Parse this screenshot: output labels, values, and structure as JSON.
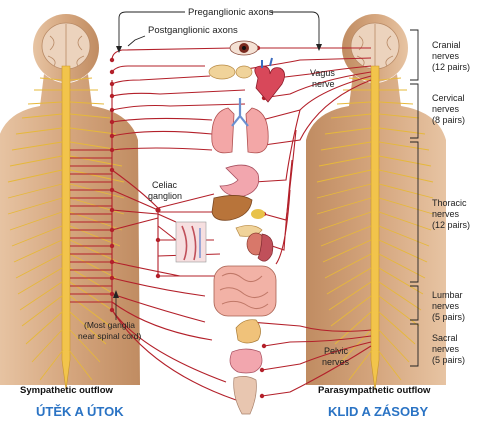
{
  "labels": {
    "preganglionic": "Preganglionic axons",
    "postganglionic": "Postganglionic axons",
    "vagus_line1": "Vagus",
    "vagus_line2": "nerve",
    "celiac_line1": "Celiac",
    "celiac_line2": "ganglion",
    "most_ganglia_line1": "(Most ganglia",
    "most_ganglia_line2": "near spinal cord)",
    "pelvic_line1": "Pelvic",
    "pelvic_line2": "nerves",
    "sympathetic_outflow": "Sympathetic outflow",
    "parasympathetic_outflow": "Parasympathetic outflow",
    "fight_flight": "ÚTĚK A ÚTOK",
    "rest_digest": "KLID A ZÁSOBY"
  },
  "nerve_groups": [
    {
      "line1": "Cranial",
      "line2": "nerves",
      "line3": "(12 pairs)"
    },
    {
      "line1": "Cervical",
      "line2": "nerves",
      "line3": "(8 pairs)"
    },
    {
      "line1": "Thoracic",
      "line2": "nerves",
      "line3": "(12 pairs)"
    },
    {
      "line1": "Lumbar",
      "line2": "nerves",
      "line3": "(5 pairs)"
    },
    {
      "line1": "Sacral",
      "line2": "nerves",
      "line3": "(5 pairs)"
    }
  ],
  "colors": {
    "nerve": "#b3202a",
    "skin": "#d9b08c",
    "skin_dark": "#c99a72",
    "cord": "#f2c44b",
    "blue_text": "#2a73c4"
  }
}
